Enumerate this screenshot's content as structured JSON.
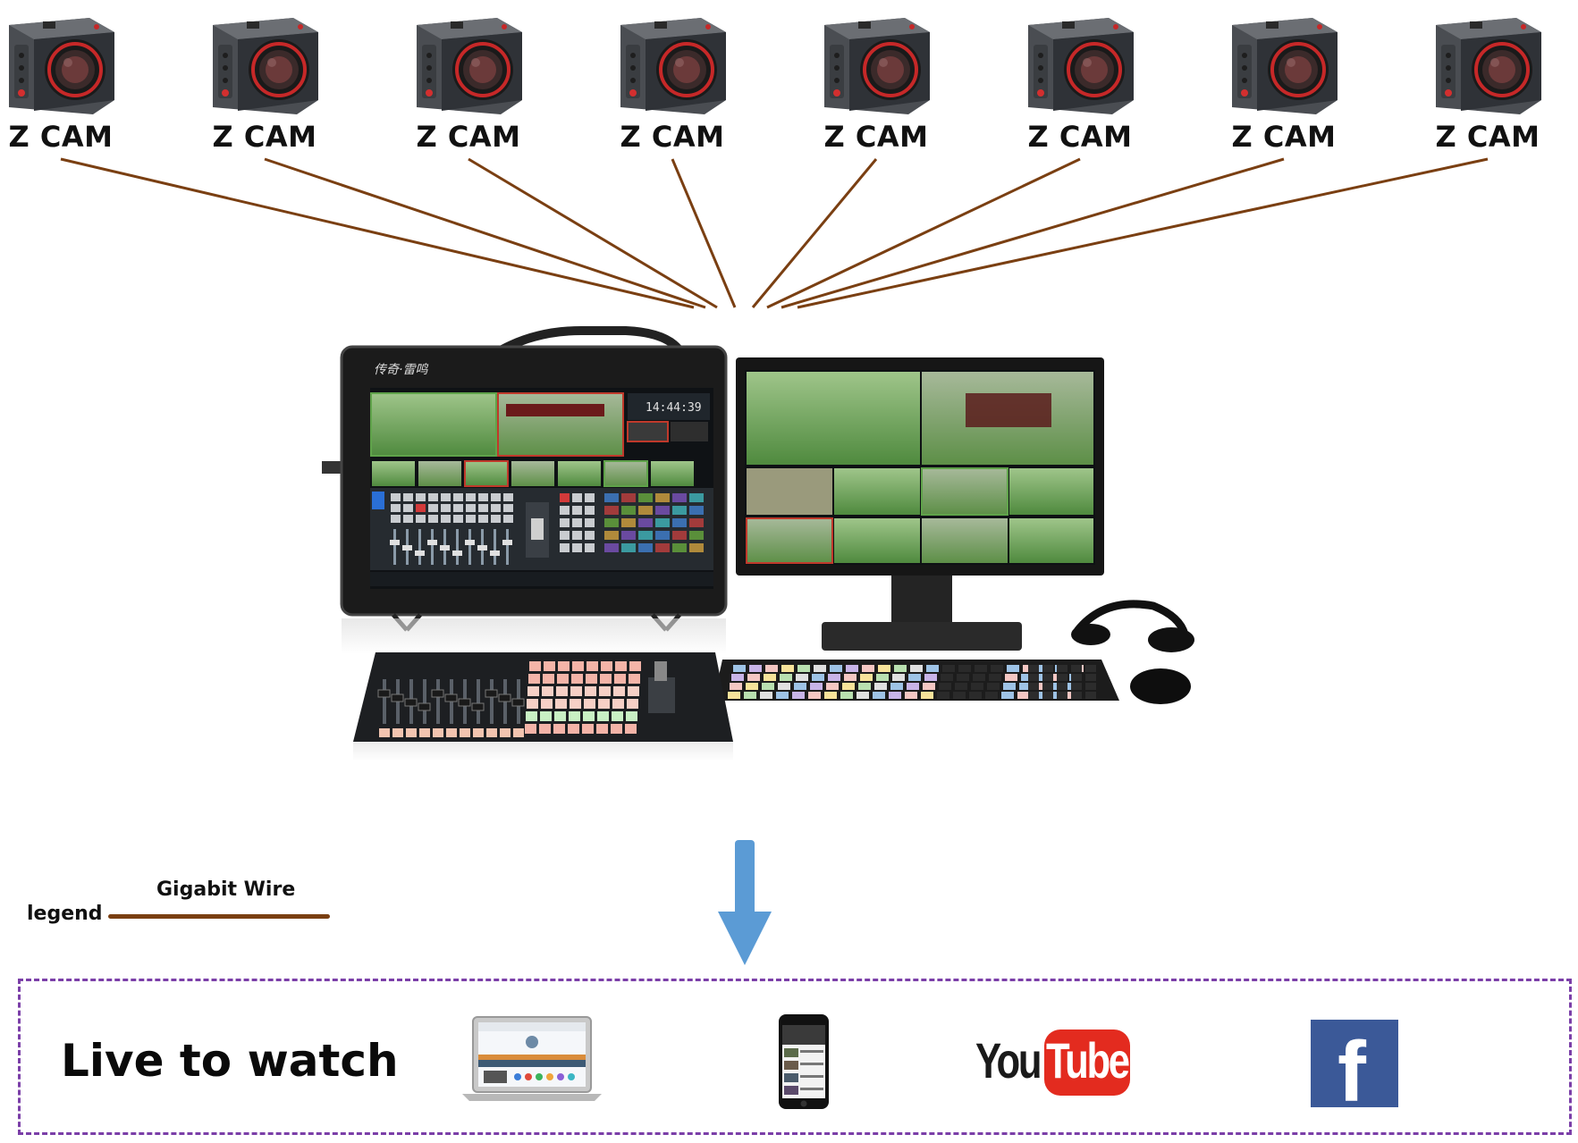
{
  "cameras": [
    {
      "label": "Z CAM"
    },
    {
      "label": "Z CAM"
    },
    {
      "label": "Z CAM"
    },
    {
      "label": "Z CAM"
    },
    {
      "label": "Z CAM"
    },
    {
      "label": "Z CAM"
    },
    {
      "label": "Z CAM"
    },
    {
      "label": "Z CAM"
    }
  ],
  "legend": {
    "word": "legend",
    "title": "Gigabit Wire",
    "color": "#7a3f12"
  },
  "arrow_color": "#5b9bd5",
  "live": {
    "title": "Live to watch",
    "border_color": "#7b3fa8",
    "youtube": {
      "you": "You",
      "tube": "Tube",
      "color": "#e32b1f"
    },
    "facebook": {
      "glyph": "f",
      "color": "#3b5998"
    }
  },
  "screens": {
    "clock": "14:44:39",
    "brand": "传奇·雷鸣"
  }
}
